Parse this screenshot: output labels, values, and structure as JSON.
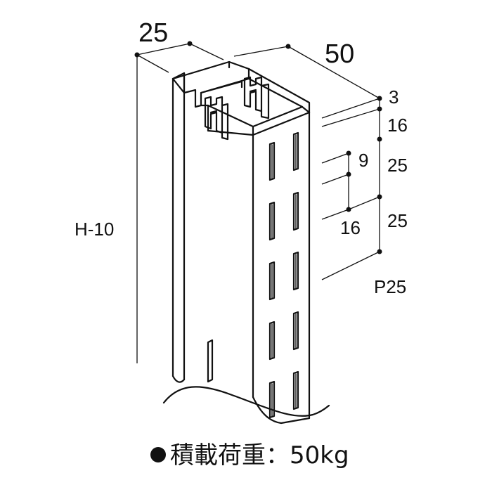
{
  "dimensions": {
    "depth": "25",
    "width": "50",
    "height": "H-10",
    "top_gap": "3",
    "first_offset": "16",
    "slot_length": "9",
    "pitch_a": "25",
    "pitch_b": "25",
    "slot_gap": "16",
    "pitch_label": "P25"
  },
  "caption": {
    "label": "積載荷重",
    "separator": "：",
    "value": "50kg"
  },
  "icons": {
    "bullet": "filled-circle-icon"
  },
  "colors": {
    "line": "#111111",
    "background": "#ffffff"
  }
}
